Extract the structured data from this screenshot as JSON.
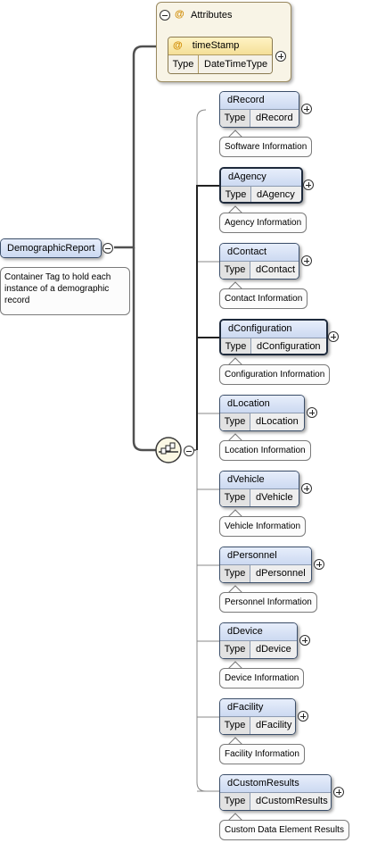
{
  "root": {
    "name": "DemographicReport",
    "documentation": "Container Tag to hold each instance of a demographic record"
  },
  "attributes": {
    "header": "Attributes",
    "at_symbol": "@",
    "items": [
      {
        "name": "timeStamp",
        "type_label": "Type",
        "type": "DateTimeType"
      }
    ]
  },
  "type_label": "Type",
  "children": [
    {
      "name": "dRecord",
      "type": "dRecord",
      "doc": "Software Information"
    },
    {
      "name": "dAgency",
      "type": "dAgency",
      "doc": "Agency Information"
    },
    {
      "name": "dContact",
      "type": "dContact",
      "doc": "Contact Information"
    },
    {
      "name": "dConfiguration",
      "type": "dConfiguration",
      "doc": "Configuration Information"
    },
    {
      "name": "dLocation",
      "type": "dLocation",
      "doc": "Location Information"
    },
    {
      "name": "dVehicle",
      "type": "dVehicle",
      "doc": "Vehicle Information"
    },
    {
      "name": "dPersonnel",
      "type": "dPersonnel",
      "doc": "Personnel Information"
    },
    {
      "name": "dDevice",
      "type": "dDevice",
      "doc": "Device Information"
    },
    {
      "name": "dFacility",
      "type": "dFacility",
      "doc": "Facility Information"
    },
    {
      "name": "dCustomResults",
      "type": "dCustomResults",
      "doc": "Custom Data Element Results"
    }
  ]
}
